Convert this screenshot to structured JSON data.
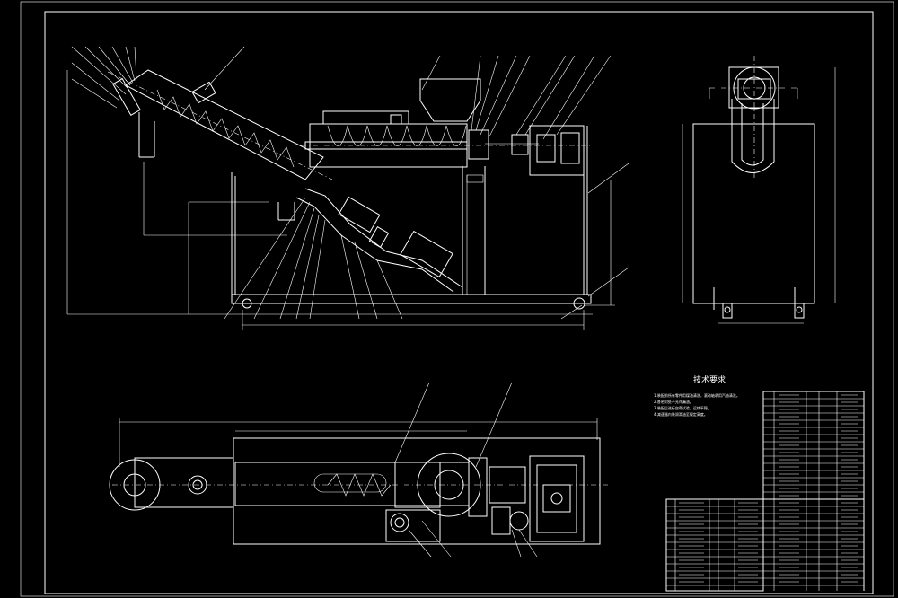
{
  "notes": {
    "title": "技术要求",
    "items": [
      "1.装配前所有零件用煤油清洗，滚动轴承用汽油清洗。",
      "2.各密封处不允许漏油。",
      "3.装配后进行空载试验，运转平稳。",
      "4.减速器内装润滑油至规定高度。"
    ]
  },
  "colors": {
    "background": "#000000",
    "line": "#ffffff"
  }
}
